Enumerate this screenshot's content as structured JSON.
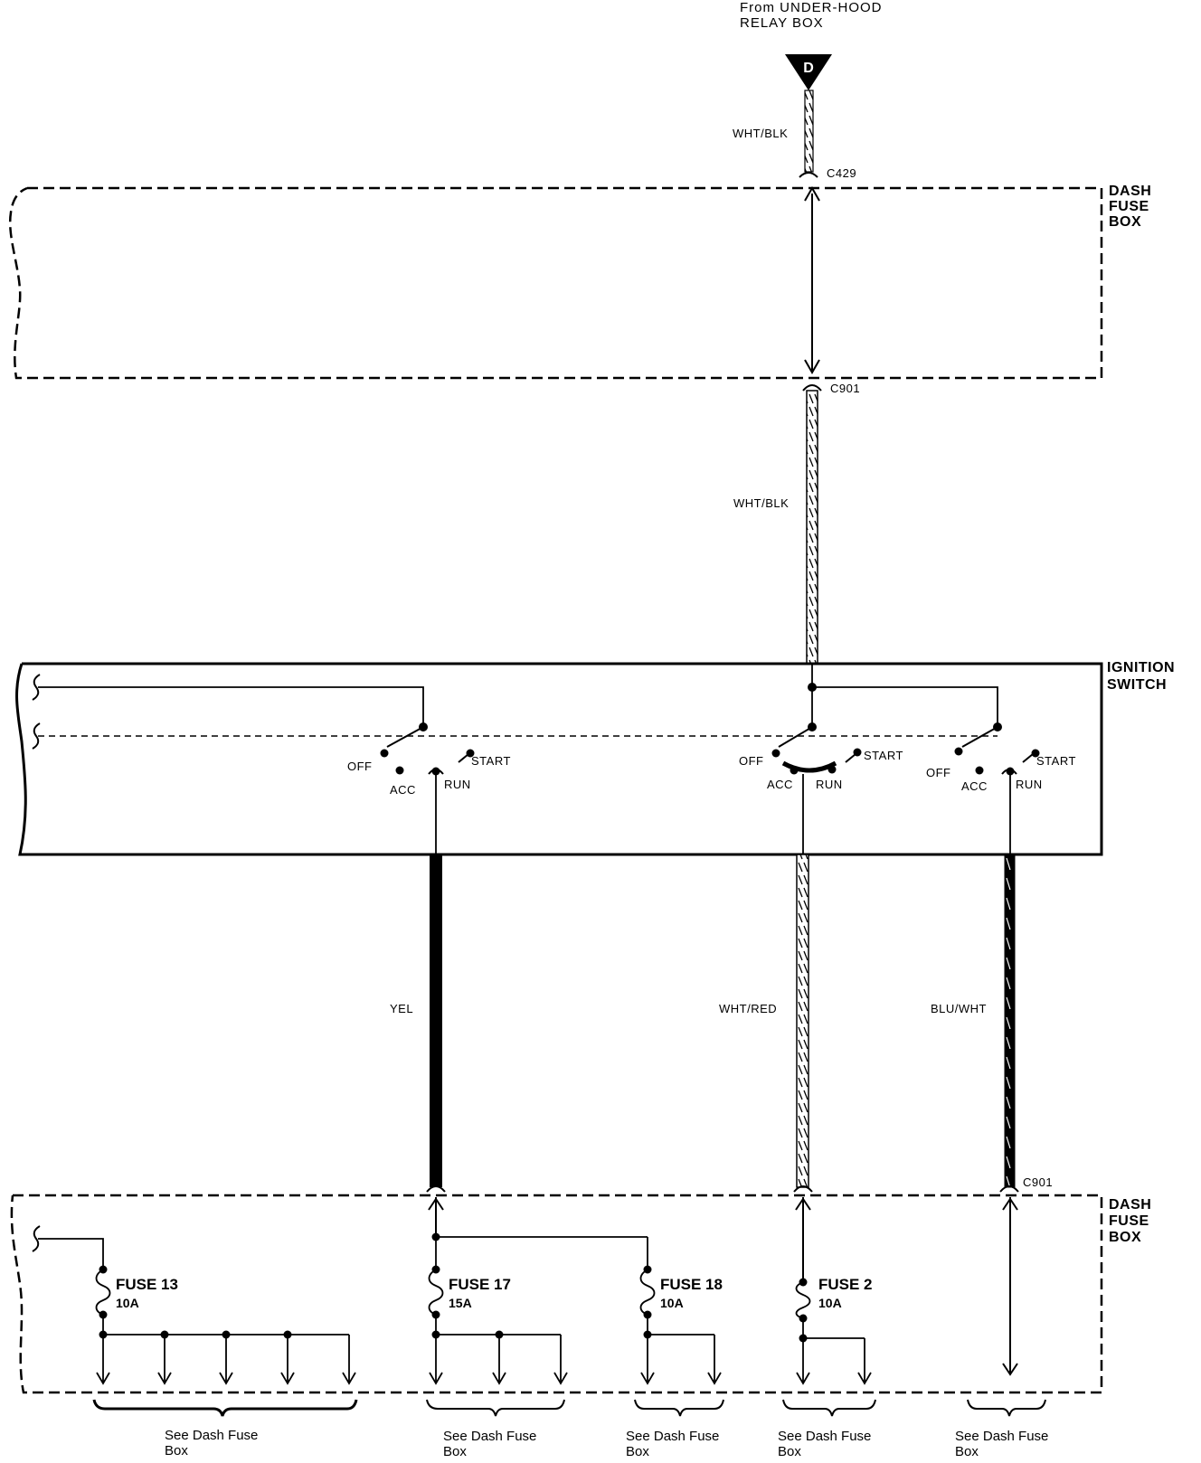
{
  "source": {
    "line1": "From UNDER-HOOD",
    "line2": "RELAY BOX",
    "connector_symbol": "D"
  },
  "wires": {
    "top_upper": "WHT/BLK",
    "top_lower": "WHT/BLK",
    "yel": "YEL",
    "wht_red": "WHT/RED",
    "blu_wht": "BLU/WHT"
  },
  "connectors": {
    "c429": "C429",
    "c901_top": "C901",
    "c901_bottom": "C901"
  },
  "boxes": {
    "dash_fuse_box_top": [
      "DASH",
      "FUSE",
      "BOX"
    ],
    "ignition_switch": [
      "IGNITION",
      "SWITCH"
    ],
    "dash_fuse_box_bottom": [
      "DASH",
      "FUSE",
      "BOX"
    ]
  },
  "switch_positions": {
    "off": "OFF",
    "acc": "ACC",
    "run": "RUN",
    "start": "START"
  },
  "fuses": [
    {
      "name": "FUSE 13",
      "rating": "10A"
    },
    {
      "name": "FUSE 17",
      "rating": "15A"
    },
    {
      "name": "FUSE 18",
      "rating": "10A"
    },
    {
      "name": "FUSE 2",
      "rating": "10A"
    }
  ],
  "see_notes": [
    {
      "line1": "See Dash Fuse",
      "line2": "Box"
    },
    {
      "line1": "See Dash Fuse",
      "line2": "Box"
    },
    {
      "line1": "See Dash Fuse",
      "line2": "Box"
    },
    {
      "line1": "See Dash Fuse",
      "line2": "Box"
    },
    {
      "line1": "See Dash Fuse",
      "line2": "Box"
    }
  ]
}
